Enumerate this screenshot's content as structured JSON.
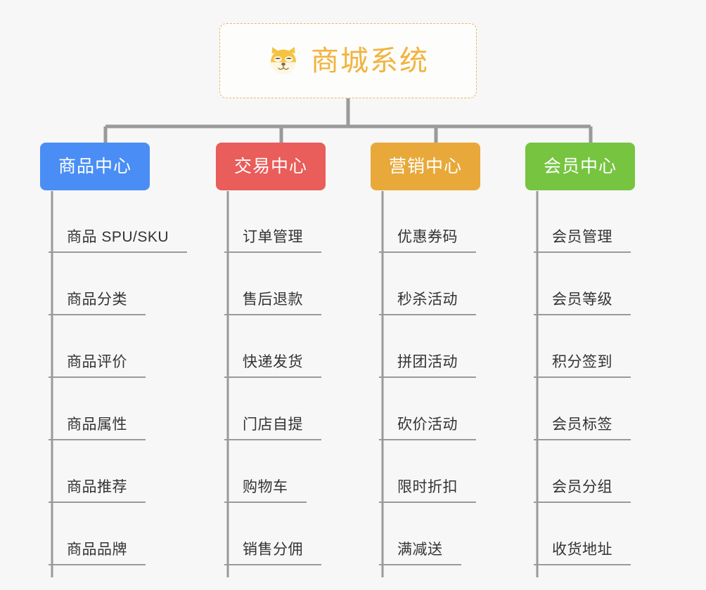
{
  "root": {
    "icon": "shiba-dog-face-icon",
    "title": "商城系统",
    "accent_color": "#f2b33d",
    "border_color": "#e8b761"
  },
  "canvas": {
    "background_color": "#f7f7f7",
    "connector_color": "#9a9a9a"
  },
  "branches": [
    {
      "label": "商品中心",
      "color": "#4a8ef5",
      "items": [
        "商品 SPU/SKU",
        "商品分类",
        "商品评价",
        "商品属性",
        "商品推荐",
        "商品品牌"
      ]
    },
    {
      "label": "交易中心",
      "color": "#e95d5a",
      "items": [
        "订单管理",
        "售后退款",
        "快递发货",
        "门店自提",
        "购物车",
        "销售分佣"
      ]
    },
    {
      "label": "营销中心",
      "color": "#e8a93a",
      "items": [
        "优惠券码",
        "秒杀活动",
        "拼团活动",
        "砍价活动",
        "限时折扣",
        "满减送"
      ]
    },
    {
      "label": "会员中心",
      "color": "#76c440",
      "items": [
        "会员管理",
        "会员等级",
        "积分签到",
        "会员标签",
        "会员分组",
        "收货地址"
      ]
    }
  ]
}
